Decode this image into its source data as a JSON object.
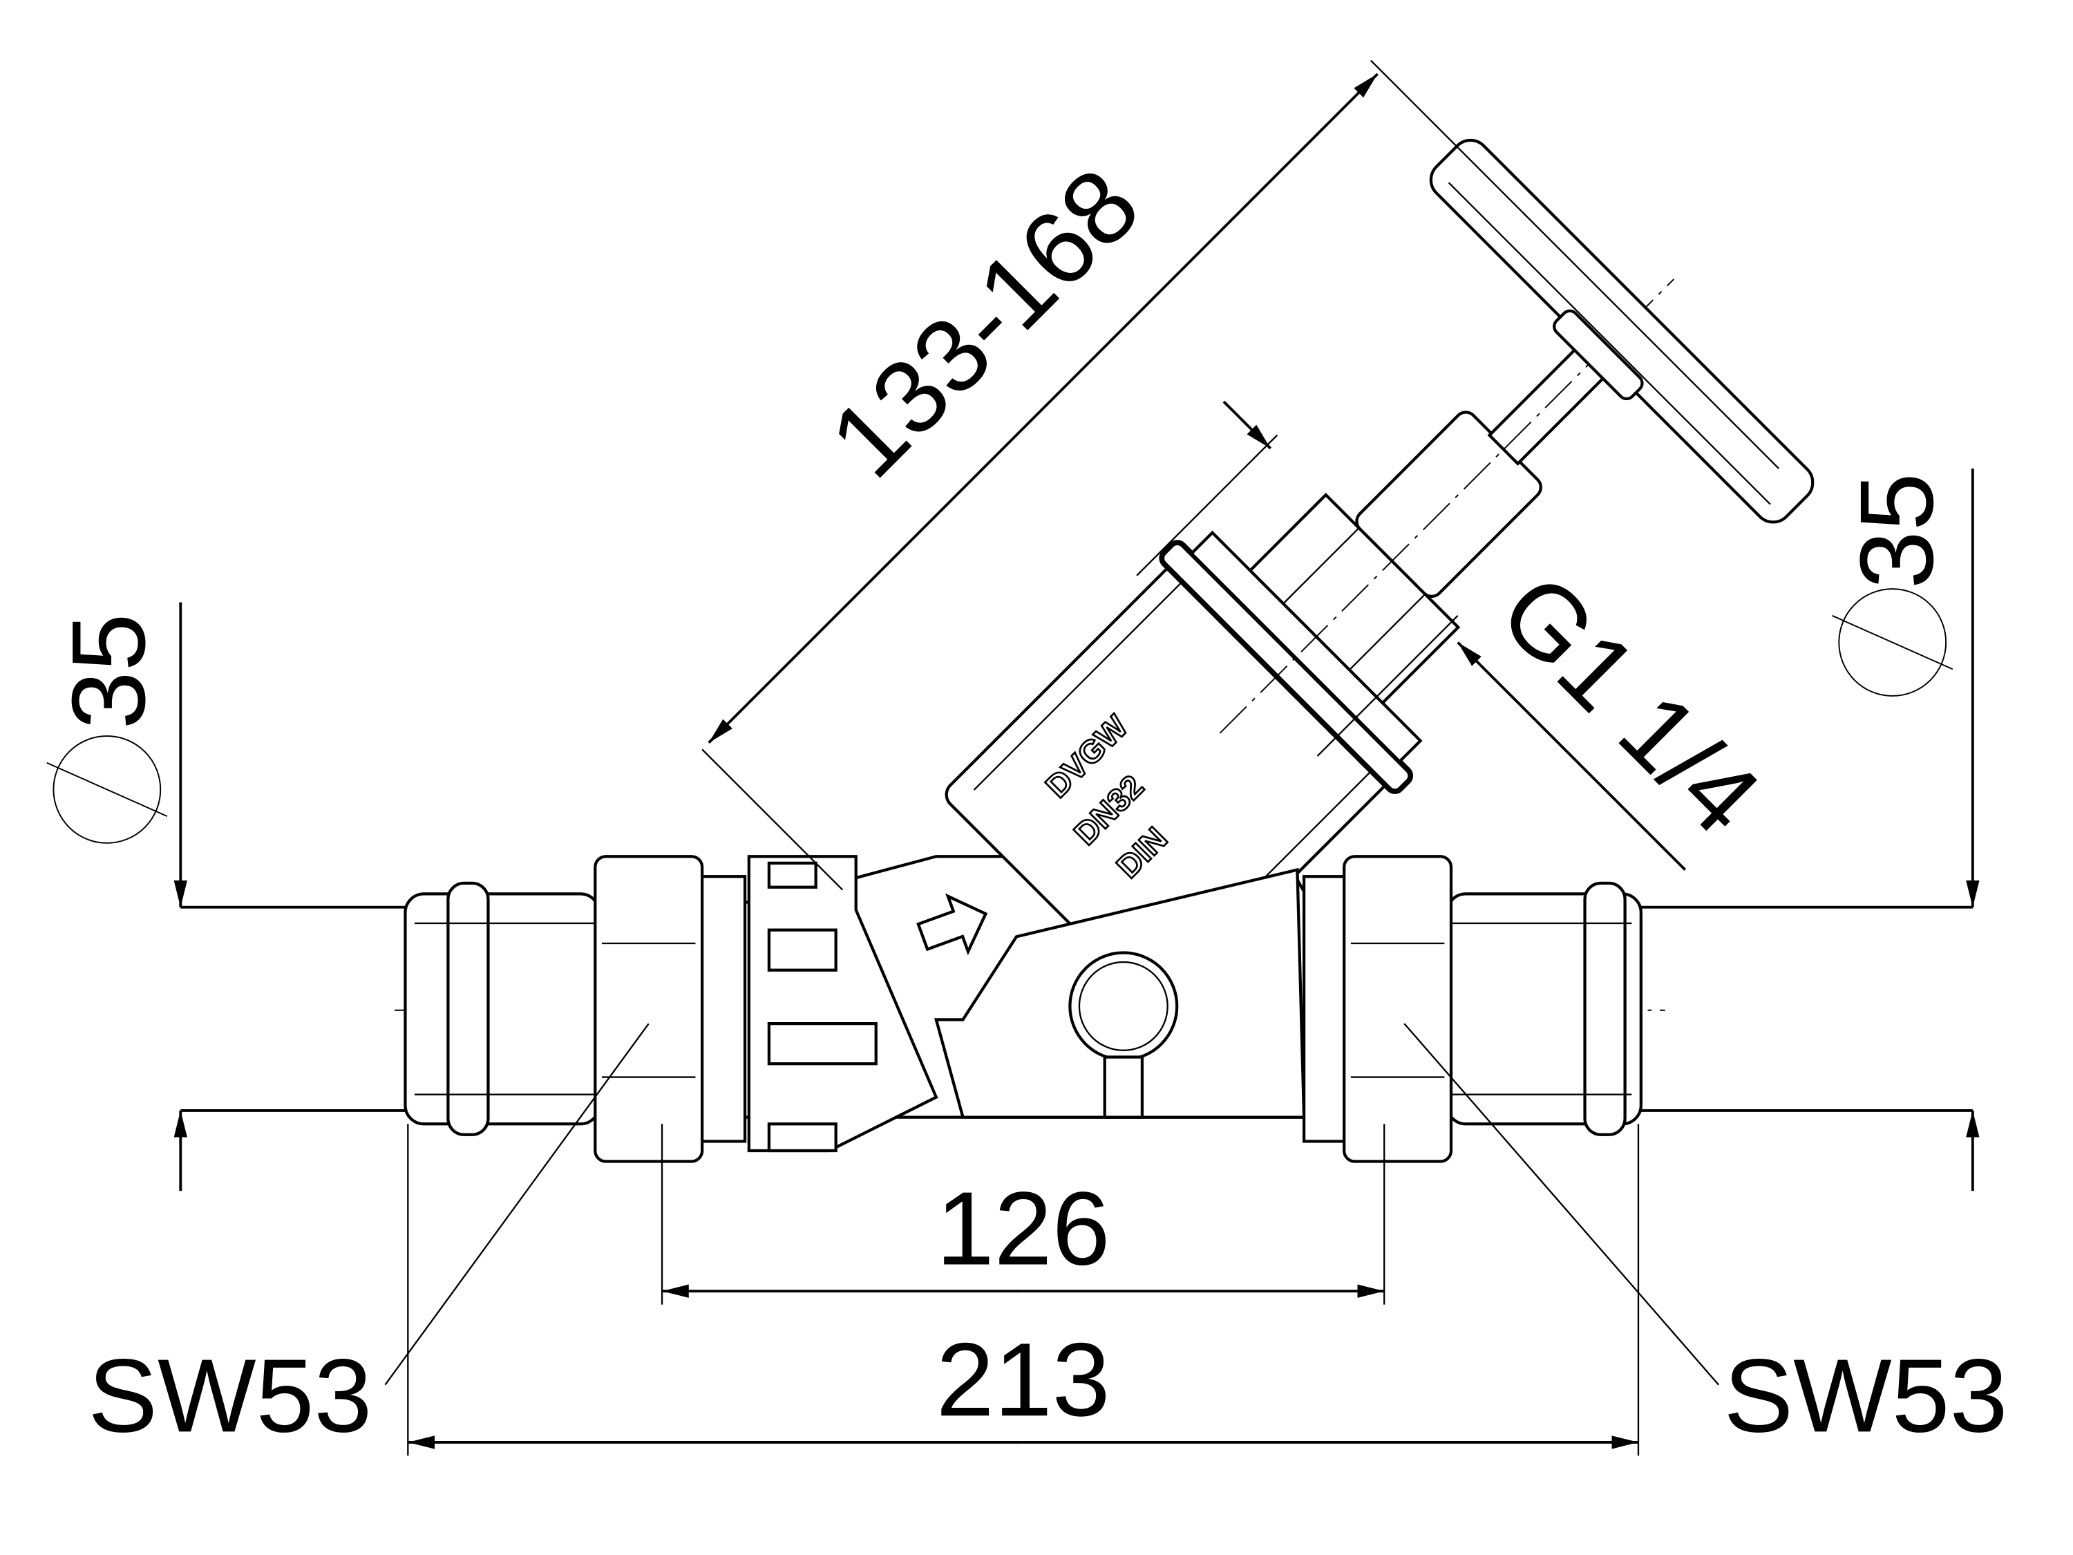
{
  "drawing": {
    "dimensions": {
      "left_diameter": "35",
      "right_diameter": "35",
      "height_range": "133-168",
      "thread": "G1 1/4",
      "inner_length": "126",
      "overall_length": "213",
      "left_wrench_size": "SW53",
      "right_wrench_size": "SW53"
    },
    "body_markings": {
      "certification": "DVGW",
      "nominal_size": "DN32",
      "standard": "DIN"
    },
    "icons": [
      "diameter-symbol",
      "flow-direction-arrow"
    ],
    "colors": {
      "line": "#000000",
      "background": "#ffffff"
    }
  }
}
